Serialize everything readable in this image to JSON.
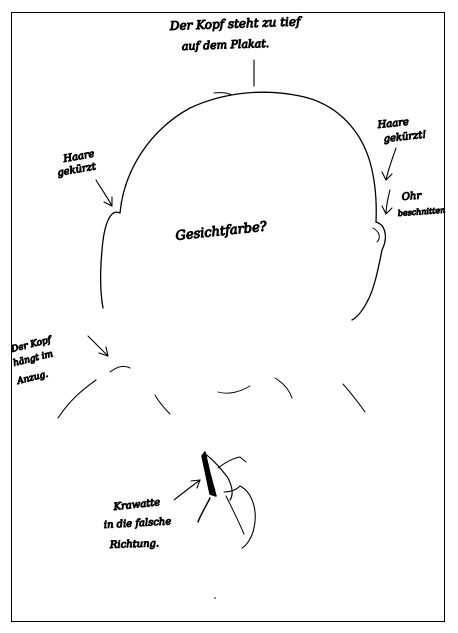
{
  "notes": {
    "top_line1": "Der Kopf steht zu tief",
    "top_line2": "auf dem Plakat.",
    "left_hair_line1": "Haare",
    "left_hair_line2": "gekürzt",
    "right_hair_line1": "Haare",
    "right_hair_line2": "gekürzt!",
    "ear_line1": "Ohr",
    "ear_line2": "beschnitten",
    "face": "Gesichtfarbe?",
    "head_line1": "Der Kopf",
    "head_line2": "hängt im",
    "head_line3": "Anzug.",
    "tie_line1": "Krawatte",
    "tie_line2": "in die falsche",
    "tie_line3": "Richtung."
  }
}
